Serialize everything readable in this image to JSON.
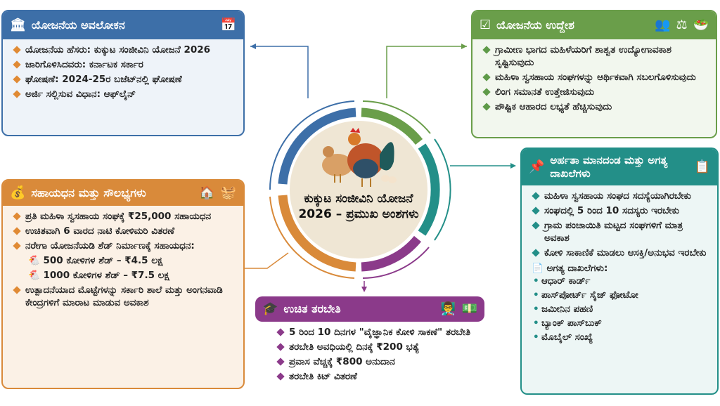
{
  "overview": {
    "title": "ಯೋಜನೆಯ ಅವಲೋಕನ",
    "items": [
      "ಯೋಜನೆಯ ಹೆಸರು: ಕುಕ್ಕುಟ ಸಂಜೀವಿನಿ ಯೋಜನೆ 2026",
      "ಜಾರಿಗೊಳಿಸಿದವರು: ಕರ್ನಾಟಕ ಸರ್ಕಾರ",
      "ಘೋಷಣೆ: 2024-25ರ ಬಜೆಟ್‌ನಲ್ಲಿ ಘೋಷಣೆ",
      "ಅರ್ಜಿ ಸಲ್ಲಿಸುವ ವಿಧಾನ: ಆಫ್‌ಲೈನ್"
    ],
    "color": "#3d6fa8"
  },
  "objectives": {
    "title": "ಯೋಜನೆಯ ಉದ್ದೇಶ",
    "items": [
      "ಗ್ರಾಮೀಣ ಭಾಗದ ಮಹಿಳೆಯರಿಗೆ ಶಾಶ್ವತ ಉದ್ಯೋಗಾವಕಾಶ ಸೃಷ್ಟಿಸುವುದು",
      "ಮಹಿಳಾ ಸ್ವಸಹಾಯ ಸಂಘಗಳನ್ನು ಆರ್ಥಿಕವಾಗಿ ಸಬಲಗೊಳಿಸುವುದು",
      "ಲಿಂಗ ಸಮಾನತೆ ಉತ್ತೇಜಿಸುವುದು",
      "ಪೌಷ್ಟಿಕ ಆಹಾರದ ಲಭ್ಯತೆ ಹೆಚ್ಚಿಸುವುದು"
    ],
    "color": "#6a9e4a"
  },
  "benefits": {
    "title": "ಸಹಾಯಧನ ಮತ್ತು ಸೌಲಭ್ಯಗಳು",
    "items": [
      "ಪ್ರತಿ ಮಹಿಳಾ ಸ್ವಸಹಾಯ ಸಂಘಕ್ಕೆ ₹25,000 ಸಹಾಯಧನ",
      "ಉಚಿತವಾಗಿ 6 ವಾರದ ನಾಟಿ ಕೋಳಿಮರಿ ವಿತರಣೆ",
      "ನರೇಗಾ ಯೋಜನೆಯಡಿ ಶೆಡ್ ನಿರ್ಮಾಣಕ್ಕೆ ಸಹಾಯಧನ:"
    ],
    "sub": [
      "500 ಕೋಳಿಗಳ ಶೆಡ್ – ₹4.5 ಲಕ್ಷ",
      "1000 ಕೋಳಿಗಳ ಶೆಡ್ – ₹7.5 ಲಕ್ಷ"
    ],
    "last": "ಉತ್ಪಾದನೆಯಾದ ಮೊಟ್ಟೆಗಳನ್ನು ಸರ್ಕಾರಿ ಶಾಲೆ ಮತ್ತು ಅಂಗನವಾಡಿ ಕೇಂದ್ರಗಳಿಗೆ ಮಾರಾಟ ಮಾಡುವ ಅವಕಾಶ",
    "color": "#d98a3a"
  },
  "eligibility": {
    "title": "ಅರ್ಹತಾ ಮಾನದಂಡ ಮತ್ತು ಅಗತ್ಯ ದಾಖಲೆಗಳು",
    "items": [
      "ಮಹಿಳಾ ಸ್ವಸಹಾಯ ಸಂಘದ ಸದಸ್ಯೆಯಾಗಿರಬೇಕು",
      "ಸಂಘದಲ್ಲಿ 5 ರಿಂದ 10 ಸದಸ್ಯರು ಇರಬೇಕು",
      "ಗ್ರಾಮ ಪಂಚಾಯಿತಿ ಮಟ್ಟದ ಸಂಘಗಳಿಗೆ ಮಾತ್ರ ಅವಕಾಶ",
      "ಕೋಳಿ ಸಾಕಾಣಿಕೆ ಮಾಡಲು ಆಸಕ್ತಿ/ಅನುಭವ ಇರಬೇಕು"
    ],
    "docs_label": "ಅಗತ್ಯ ದಾಖಲೆಗಳು:",
    "docs": [
      "ಆಧಾರ್ ಕಾರ್ಡ್",
      "ಪಾಸ್‌ಪೋರ್ಟ್ ಸೈಜ್ ಫೋಟೋ",
      "ಜಮೀನಿನ ಪಹಣಿ",
      "ಬ್ಯಾಂಕ್ ಪಾಸ್‌ಬುಕ್",
      "ಮೊಬೈಲ್ ಸಂಖ್ಯೆ"
    ],
    "color": "#238f88"
  },
  "training": {
    "title": "ಉಚಿತ ತರಬೇತಿ",
    "items": [
      "5 ರಿಂದ 10 ದಿನಗಳ \"ವೈಜ್ಞಾನಿಕ ಕೋಳಿ ಸಾಕಣೆ\" ತರಬೇತಿ",
      "ತರಬೇತಿ ಅವಧಿಯಲ್ಲಿ ದಿನಕ್ಕೆ ₹200 ಭತ್ಯೆ",
      "ಪ್ರವಾಸ ವೆಚ್ಚಕ್ಕೆ ₹800 ಅನುದಾನ",
      "ತರಬೇತಿ ಕಿಟ್ ವಿತರಣೆ"
    ],
    "color": "#8b3a8a"
  },
  "center": {
    "title": "ಕುಕ್ಕುಟ ಸಂಜೀವಿನಿ ಯೋಜನೆ 2026 – ಪ್ರಮುಖ ಅಂಶಗಳು"
  }
}
